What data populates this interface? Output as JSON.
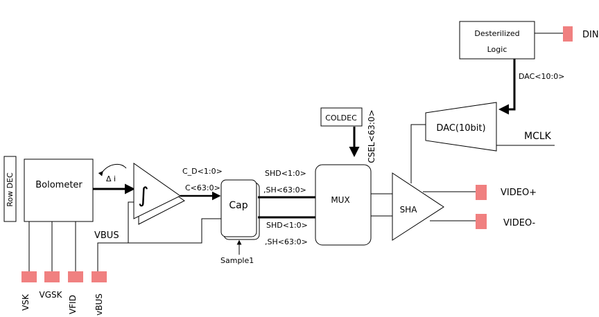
{
  "blocks": {
    "row_dec": "Row DEC",
    "bolometer": "Bolometer",
    "integrator_symbol": "∫",
    "cap": "Cap",
    "mux": "MUX",
    "sha": "SHA",
    "coldec": "COLDEC",
    "dac": "DAC(10bit)",
    "deserializer_line1": "Desterilized",
    "deserializer_line2": "Logic"
  },
  "signals": {
    "delta_i": "Δ i",
    "c_d": "C_D<1:0>",
    "c_bus": "C<63:0>",
    "shd_top": "SHD<1:0>",
    "sh_top": ",SH<63:0>",
    "shd_bottom": "SHD<1:0>",
    "sh_bottom": ",SH<63:0>",
    "csel": "CSEL<63:0>",
    "dac_bus": "DAC<10:0>",
    "mclk": "MCLK",
    "vbus_wire": "VBUS",
    "sample1": "Sample1"
  },
  "pins": {
    "din": "DIN",
    "video_plus": "VIDEO+",
    "video_minus": "VIDEO-",
    "vsk": "VSK",
    "vgsk": "VGSK",
    "vfid": "VFID",
    "vbus": "vBUS"
  },
  "colors": {
    "pad": "#f08080",
    "line": "#000000"
  }
}
